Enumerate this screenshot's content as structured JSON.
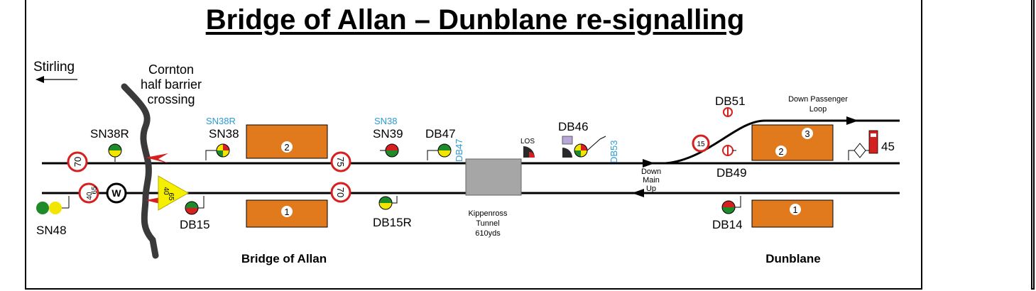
{
  "title": "Bridge of Allan – Dunblane re-signalling",
  "direction": {
    "label": "Stirling"
  },
  "crossing": {
    "line1": "Cornton",
    "line2": "half barrier",
    "line3": "crossing"
  },
  "signals": {
    "sn38r": "SN38R",
    "sn38r_blue": "SN38R",
    "sn38": "SN38",
    "sn39_blue": "SN38",
    "sn39": "SN39",
    "db47": "DB47",
    "db47_blue": "DB47",
    "los": "LOS",
    "db46": "DB46",
    "db53_blue": "DB53",
    "db51": "DB51",
    "db49": "DB49",
    "sn48": "SN48",
    "db15": "DB15",
    "db15r": "DB15R",
    "db14": "DB14"
  },
  "speed_signs": {
    "s70_up": "70",
    "s75": "75",
    "s40": "40",
    "s65": "65",
    "s70_down": "70",
    "s15": "15",
    "yellow_top": "40",
    "yellow_bot": "65"
  },
  "whistle": "W",
  "platforms": {
    "boa_up": "2",
    "boa_down": "1",
    "dun_3": "3",
    "dun_2": "2",
    "dun_1": "1"
  },
  "tunnel": {
    "line1": "Kippenross",
    "line2": "Tunnel",
    "line3": "610yds"
  },
  "loop": {
    "line1": "Down Passenger",
    "line2": "Loop"
  },
  "main": {
    "line1": "Down",
    "line2": "Main",
    "line3": "Up"
  },
  "stop_board": "45",
  "stations": {
    "bridge_of_allan": "Bridge of Allan",
    "dunblane": "Dunblane"
  },
  "colors": {
    "platform": "#e07a1c",
    "tunnel": "#a6a6a6",
    "red": "#d62020",
    "green": "#1f8a2a",
    "yellow": "#f2e600",
    "blue_label": "#2a9ad6"
  }
}
